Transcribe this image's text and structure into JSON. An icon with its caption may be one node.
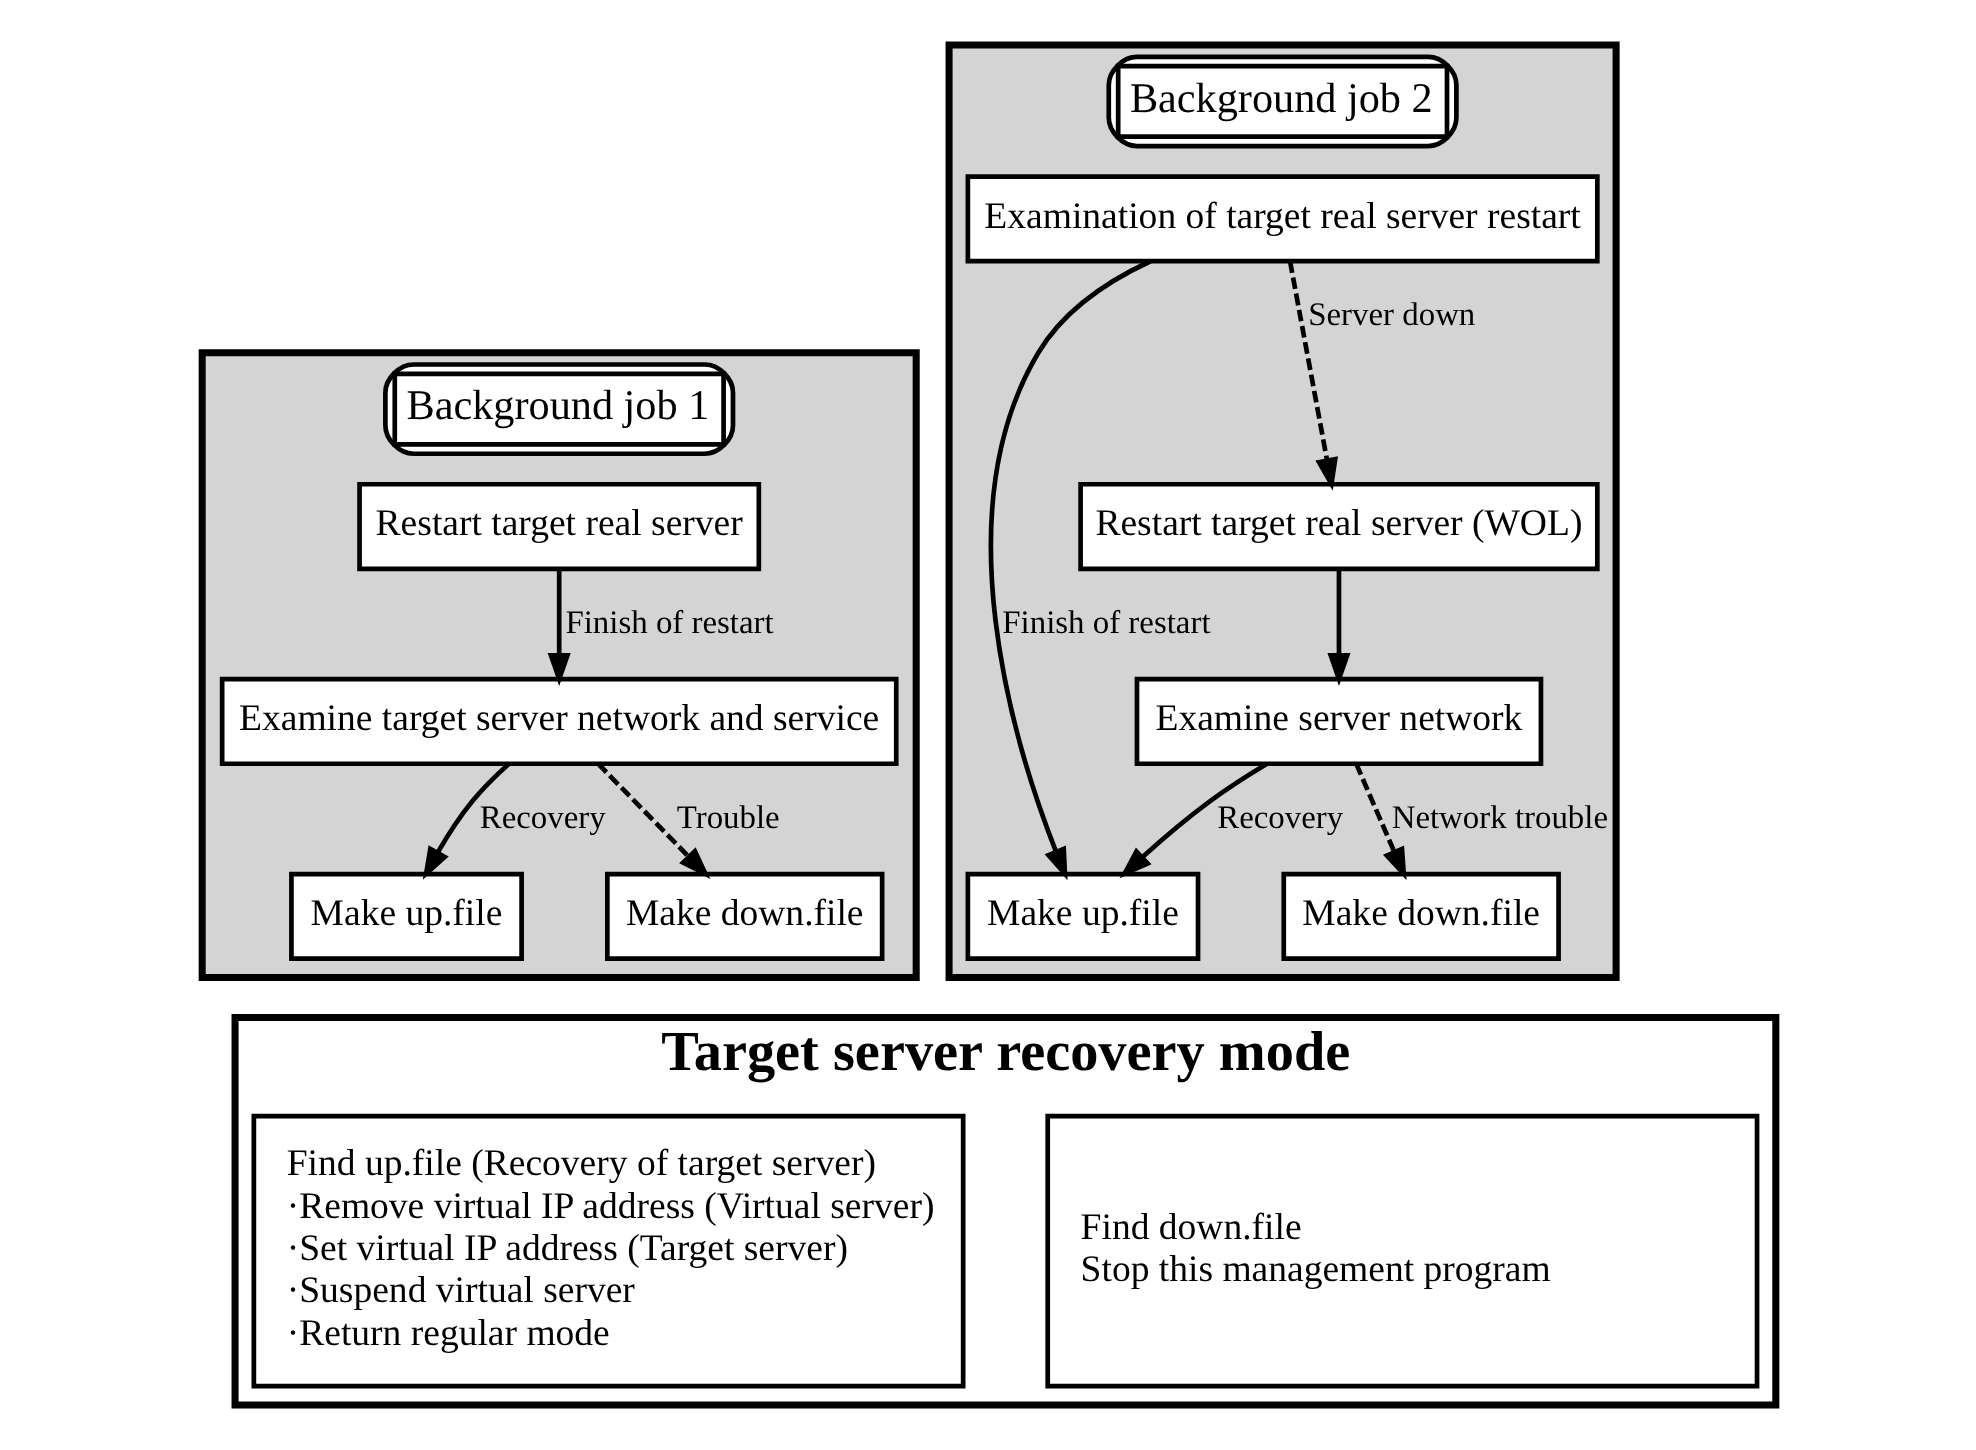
{
  "diagram": {
    "nodes": [
      {
        "text": [
          "Background job 1"
        ]
      },
      {
        "text": [
          "Restart target real server"
        ],
        "in": 0
      },
      {
        "text": [
          "Examine target server network and service"
        ],
        "in": 0
      },
      {
        "text": [
          "Make down.file"
        ],
        "in": 0
      },
      {
        "text": [
          "Make up.file"
        ],
        "in": 0
      },
      {
        "text": [
          "Background job 2"
        ]
      },
      {
        "text": [
          "Examination of target real server restart"
        ],
        "in": 5
      },
      {
        "text": [
          "Restart target real server (WOL)"
        ],
        "in": 5
      },
      {
        "text": [
          "Examine server network"
        ],
        "in": 5
      },
      {
        "text": [
          "Make down.file"
        ],
        "in": 5
      },
      {
        "text": [
          "Make up.file"
        ],
        "in": 5
      },
      {
        "text": [
          "Target server recovery mode"
        ]
      },
      {
        "text": [
          "Find up.file (Recovery of target server)",
          "·Remove virtual IP address (Virtual server)",
          "·Set virtual IP address (Target server)",
          "·Suspend virtual server",
          "·Return regular mode"
        ],
        "in": 11
      },
      {
        "text": [
          "Find down.file",
          "Stop this management program"
        ],
        "in": 11
      }
    ],
    "edges": [
      {
        "from": 1,
        "to": 2,
        "arrow": "to",
        "label": "Finish of restart"
      },
      {
        "from": 2,
        "to": 3,
        "arrow": "to",
        "label": "Trouble",
        "style": "dashed"
      },
      {
        "from": 2,
        "to": 4,
        "arrow": "to",
        "label": "Recovery"
      },
      {
        "from": 6,
        "to": 7,
        "arrow": "to",
        "label": "Server down",
        "style": "dashed"
      },
      {
        "from": 6,
        "to": 10,
        "arrow": "to",
        "label": "Finish of restart"
      },
      {
        "from": 7,
        "to": 8,
        "arrow": "to"
      },
      {
        "from": 8,
        "to": 10,
        "arrow": "to",
        "label": "Recovery"
      },
      {
        "from": 8,
        "to": 9,
        "arrow": "to",
        "label": "Network trouble",
        "style": "dashed"
      }
    ]
  }
}
